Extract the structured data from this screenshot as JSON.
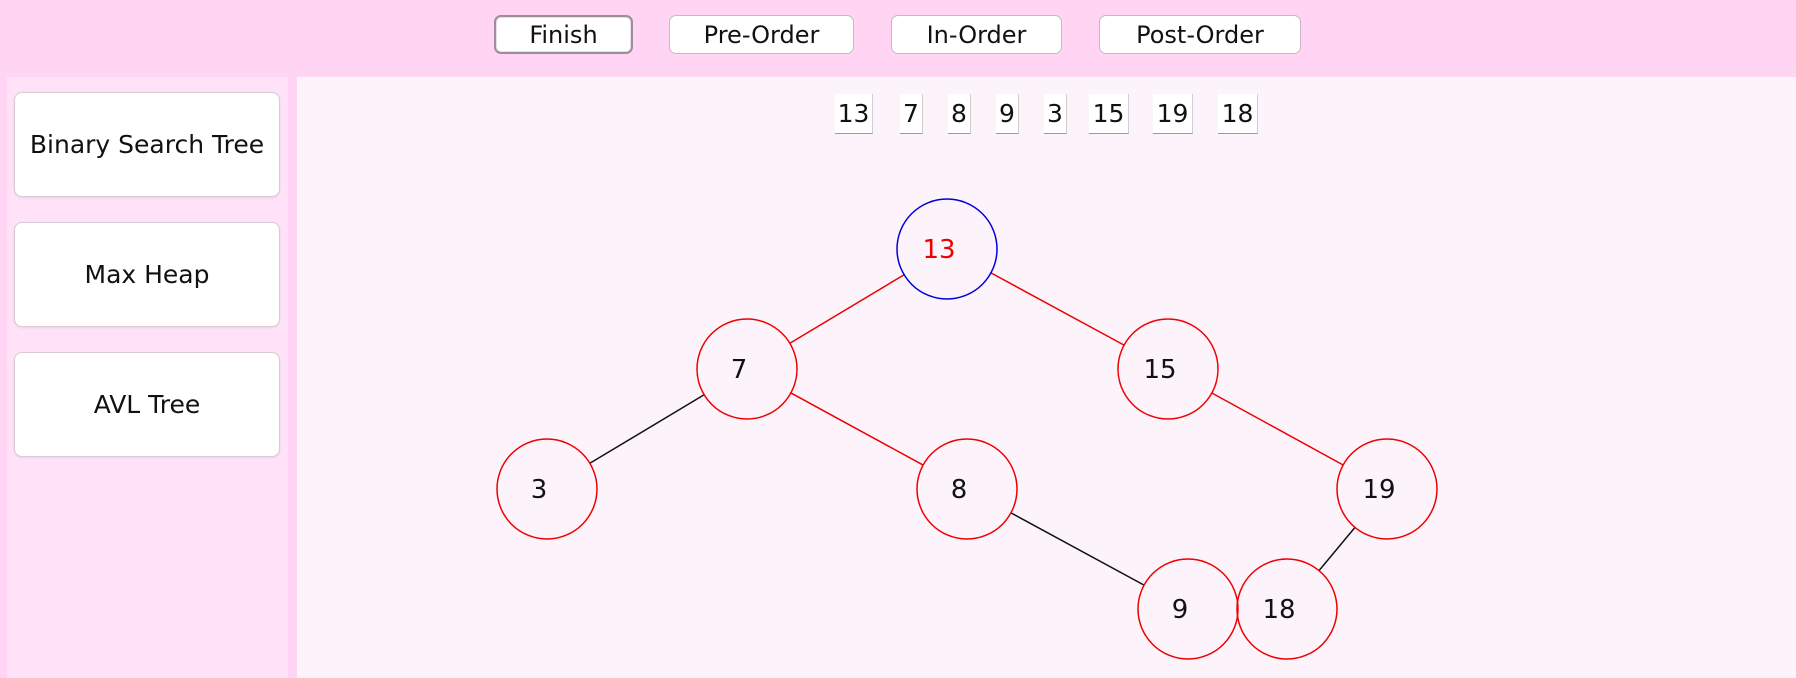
{
  "toolbar": {
    "finish_label": "Finish",
    "preorder_label": "Pre-Order",
    "inorder_label": "In-Order",
    "postorder_label": "Post-Order"
  },
  "sidebar": {
    "items": [
      {
        "label": "Binary Search Tree"
      },
      {
        "label": "Max Heap"
      },
      {
        "label": "AVL Tree"
      }
    ]
  },
  "traversal": [
    "13",
    "7",
    "8",
    "9",
    "3",
    "15",
    "19",
    "18"
  ],
  "tree": {
    "nodes": [
      {
        "id": "n13",
        "label": "13",
        "state": "current"
      },
      {
        "id": "n7",
        "label": "7",
        "state": "visited"
      },
      {
        "id": "n15",
        "label": "15",
        "state": "visited"
      },
      {
        "id": "n3",
        "label": "3",
        "state": "visited"
      },
      {
        "id": "n8",
        "label": "8",
        "state": "visited"
      },
      {
        "id": "n19",
        "label": "19",
        "state": "visited"
      },
      {
        "id": "n9",
        "label": "9",
        "state": "visited"
      },
      {
        "id": "n18",
        "label": "18",
        "state": "visited"
      }
    ],
    "edges": [
      {
        "from": "n13",
        "to": "n7",
        "state": "visited"
      },
      {
        "from": "n13",
        "to": "n15",
        "state": "visited"
      },
      {
        "from": "n7",
        "to": "n3",
        "state": "normal"
      },
      {
        "from": "n7",
        "to": "n8",
        "state": "visited"
      },
      {
        "from": "n15",
        "to": "n19",
        "state": "visited"
      },
      {
        "from": "n8",
        "to": "n9",
        "state": "normal"
      },
      {
        "from": "n19",
        "to": "n18",
        "state": "normal"
      }
    ]
  },
  "colors": {
    "background": "#ffd5f3",
    "canvas": "#fdf4fb",
    "highlight": "#ee0000",
    "current_outline": "#0000dd",
    "default_line": "#111111"
  }
}
